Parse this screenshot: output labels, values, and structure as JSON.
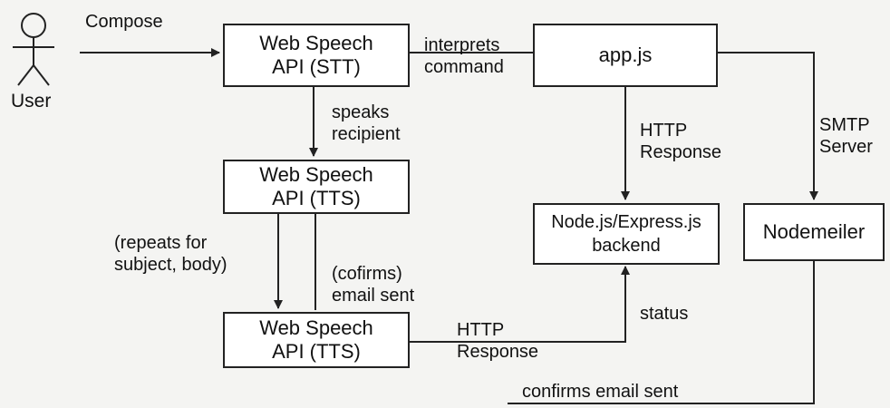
{
  "actors": {
    "user": "User"
  },
  "nodes": {
    "stt": "Web Speech\nAPI (STT)",
    "tts1": "Web Speech\nAPI (TTS)",
    "tts2": "Web Speech\nAPI (TTS)",
    "appjs": "app.js",
    "backend": "Node.js/Express.js\nbackend",
    "nodemailer": "Nodemeiler"
  },
  "edges": {
    "compose": "Compose",
    "interprets": "interprets\ncommand",
    "speaks": "speaks\nrecipient",
    "repeats": "(repeats for\nsubject, body)",
    "confirms_tts": "(cofirms)\nemail sent",
    "http_response_app": "HTTP\nResponse",
    "smtp": "SMTP\nServer",
    "http_response_tts": "HTTP\nResponse",
    "status": "status",
    "confirms_email": "confirms email sent"
  },
  "colors": {
    "line": "#222222",
    "box_fill": "#ffffff",
    "background": "#f4f4f2"
  }
}
